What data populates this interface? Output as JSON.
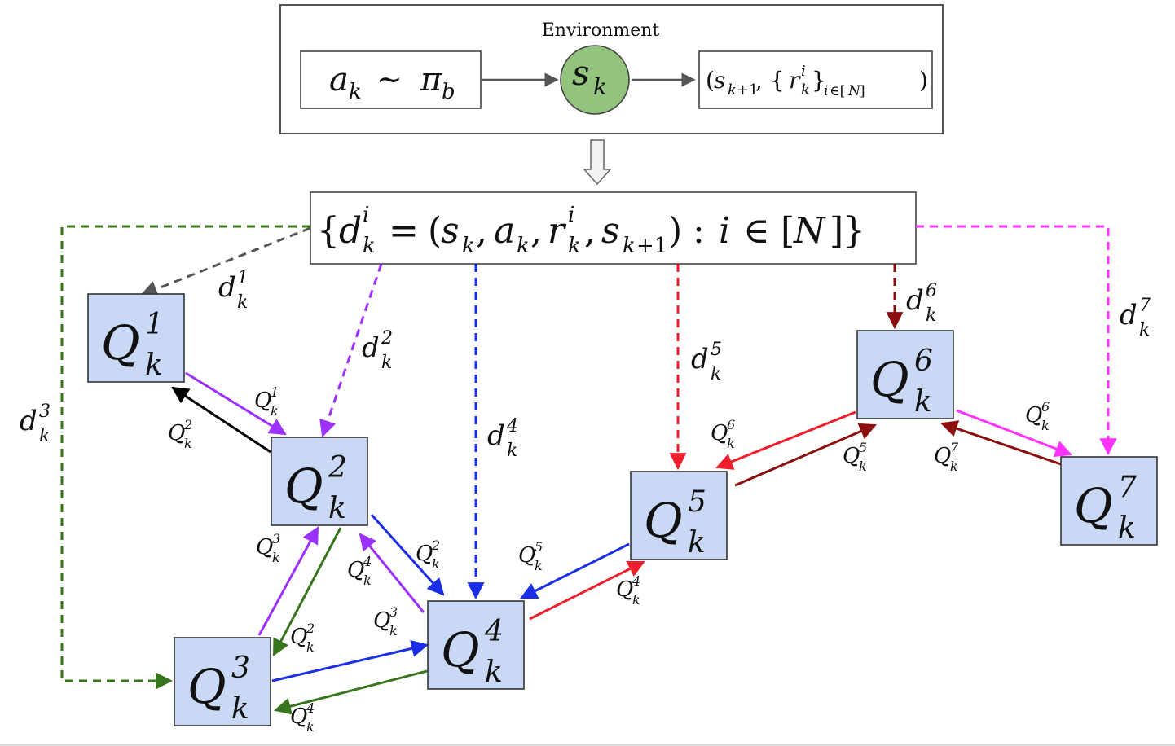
{
  "environment": {
    "label": "Environment",
    "action": "a_k ∼ π_b",
    "state": "s_k",
    "output": "(s_{k+1}, {r_k^i}_{i∈[N]})",
    "state_fill": "#93c47d"
  },
  "data_box": {
    "text": "{d_k^i = (s_k, a_k, r_k^i, s_{k+1}) : i ∈ [N]}"
  },
  "agents": [
    {
      "id": "Q1",
      "label": "Q",
      "sup": "1",
      "sub": "k"
    },
    {
      "id": "Q2",
      "label": "Q",
      "sup": "2",
      "sub": "k"
    },
    {
      "id": "Q3",
      "label": "Q",
      "sup": "3",
      "sub": "k"
    },
    {
      "id": "Q4",
      "label": "Q",
      "sup": "4",
      "sub": "k"
    },
    {
      "id": "Q5",
      "label": "Q",
      "sup": "5",
      "sub": "k"
    },
    {
      "id": "Q6",
      "label": "Q",
      "sup": "6",
      "sub": "k"
    },
    {
      "id": "Q7",
      "label": "Q",
      "sup": "7",
      "sub": "k"
    }
  ],
  "distribution_labels": [
    {
      "base": "d",
      "sup": "1",
      "sub": "k",
      "color": "#555555"
    },
    {
      "base": "d",
      "sup": "2",
      "sub": "k",
      "color": "#9b30ff"
    },
    {
      "base": "d",
      "sup": "3",
      "sub": "k",
      "color": "#38761d"
    },
    {
      "base": "d",
      "sup": "4",
      "sub": "k",
      "color": "#1a2ee8"
    },
    {
      "base": "d",
      "sup": "5",
      "sub": "k",
      "color": "#f01e2c"
    },
    {
      "base": "d",
      "sup": "6",
      "sub": "k",
      "color": "#8b0f0f"
    },
    {
      "base": "d",
      "sup": "7",
      "sub": "k",
      "color": "#ff33ff"
    }
  ],
  "message_labels": {
    "q1_to_q2": {
      "base": "Q",
      "sup": "1",
      "sub": "k"
    },
    "q2_to_q1": {
      "base": "Q",
      "sup": "2",
      "sub": "k"
    },
    "q3_to_q2": {
      "base": "Q",
      "sup": "3",
      "sub": "k"
    },
    "q2_to_q3": {
      "base": "Q",
      "sup": "2",
      "sub": "k"
    },
    "q2_to_q4": {
      "base": "Q",
      "sup": "2",
      "sub": "k"
    },
    "q4_to_q2": {
      "base": "Q",
      "sup": "4",
      "sub": "k"
    },
    "q3_to_q4": {
      "base": "Q",
      "sup": "3",
      "sub": "k"
    },
    "q4_to_q3": {
      "base": "Q",
      "sup": "4",
      "sub": "k"
    },
    "q5_to_q4": {
      "base": "Q",
      "sup": "5",
      "sub": "k"
    },
    "q4_to_q5": {
      "base": "Q",
      "sup": "4",
      "sub": "k"
    },
    "q6_to_q5": {
      "base": "Q",
      "sup": "6",
      "sub": "k"
    },
    "q5_to_q6": {
      "base": "Q",
      "sup": "5",
      "sub": "k"
    },
    "q6_to_q7": {
      "base": "Q",
      "sup": "6",
      "sub": "k"
    },
    "q7_to_q6": {
      "base": "Q",
      "sup": "7",
      "sub": "k"
    }
  },
  "colors": {
    "gray": "#555555",
    "purple": "#9b30ff",
    "green": "#38761d",
    "blue": "#1a2ee8",
    "red": "#f01e2c",
    "darkred": "#8b0f0f",
    "magenta": "#ff33ff",
    "black": "#000000",
    "agent_fill": "#c9d9f5"
  }
}
